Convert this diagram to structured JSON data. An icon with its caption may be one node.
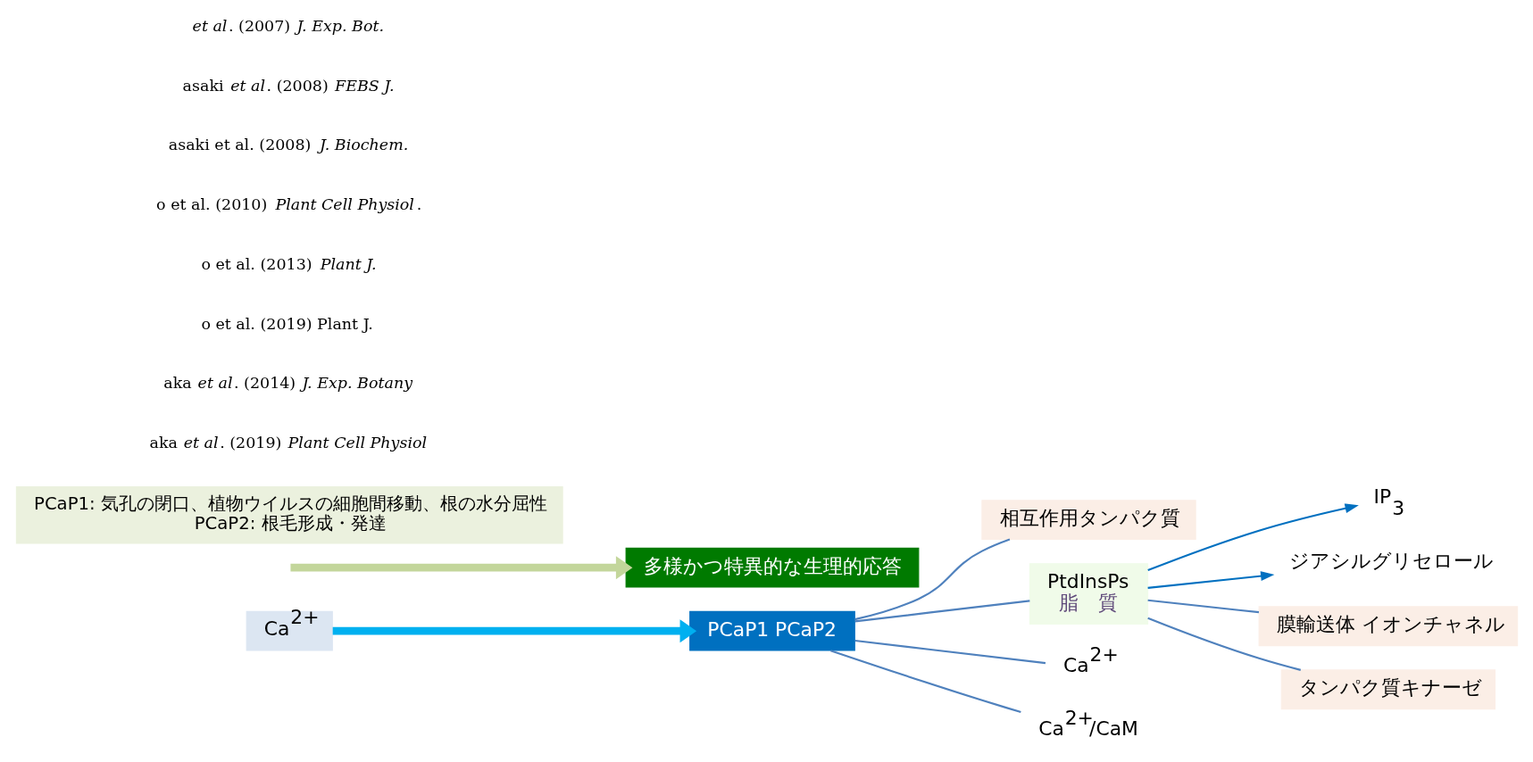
{
  "diagram": {
    "nodes": [
      {
        "text": [
          "Ca$^{2+}$"
        ]
      },
      {
        "text": [
          "PCaP1 PCaP2"
        ]
      },
      {
        "text": [
          "相互作用タンパク質"
        ]
      },
      {
        "text": [
          "PtdInsPs",
          "脂　質"
        ]
      },
      {
        "text": [
          "IP$_{3}$"
        ]
      },
      {
        "text": [
          "ジアシルグリセロール"
        ]
      },
      {
        "text": [
          "膜輸送体 イオンチャネル"
        ]
      },
      {
        "text": [
          "タンパク質キナーゼ"
        ]
      },
      {
        "text": [
          "Ca$^{2+}$"
        ]
      },
      {
        "text": [
          "Ca$^{2+}$/CaM"
        ]
      },
      {
        "text": [
          "多様かつ特異的な生理的応答"
        ]
      },
      {
        "text": [
          "PCaP1: 気孔の閉口、植物ウイルスの細胞間移動、根の水分屈性",
          "PCaP2: 根毛形成・発達"
        ]
      }
    ],
    "edges": [
      {
        "from": 0,
        "to": 1,
        "arrow": "to",
        "style": "thick",
        "color": "#00b0f0"
      },
      {
        "from": 1,
        "to": 2,
        "arrow": "none"
      },
      {
        "from": 1,
        "to": 3,
        "arrow": "none"
      },
      {
        "from": 1,
        "to": 8,
        "arrow": "none"
      },
      {
        "from": 1,
        "to": 9,
        "arrow": "none"
      },
      {
        "from": 3,
        "to": 4,
        "arrow": "to",
        "color": "#0070c0"
      },
      {
        "from": 3,
        "to": 5,
        "arrow": "to",
        "color": "#0070c0"
      },
      {
        "from": 3,
        "to": 6,
        "arrow": "none"
      },
      {
        "from": 3,
        "to": 7,
        "arrow": "none"
      },
      {
        "from": null,
        "to": 10,
        "arrow": "to",
        "style": "thick",
        "color": "#c3d69b"
      }
    ],
    "labels": [
      "*et al*. (2007) *J. Exp. Bot.*",
      "asaki *et al*. (2008) *FEBS J.*",
      "asaki et al. (2008) *J. Biochem.*",
      "o et al. (2010) *Plant Cell Physiol*.",
      "o et al. (2013) *Plant J.*",
      "o et al. (2019) Plant J.",
      "aka *et al*. (2014) *J. Exp. Botany*",
      "aka *et al*. (2019) *Plant Cell Physiol*"
    ]
  }
}
